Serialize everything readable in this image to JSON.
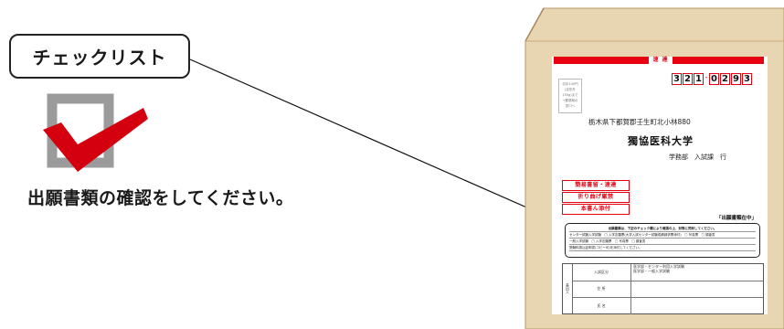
{
  "checklist": {
    "title": "チェックリスト"
  },
  "instruction": {
    "text": "出願書類の確認をしてください。"
  },
  "colors": {
    "accent_red": "#e60012",
    "envelope": "#e8d6b3",
    "checkbox_gray": "#9b9b9b"
  },
  "icons": {
    "check": "checkmark-icon"
  },
  "envelope": {
    "urgent": "速 達",
    "postal_code": [
      "3",
      "2",
      "1",
      "0",
      "2",
      "9",
      "3"
    ],
    "postal_separator": "-",
    "stamp": [
      "切手140円",
      "(定形外",
      "150g)まで",
      "→郵便局の",
      "窓口へ"
    ],
    "address": "栃木県下都賀郡壬生町北小林880",
    "recipient": "獨協医科大学",
    "department": "学務部　入試課　行",
    "red_labels": [
      "簡易書留・速達",
      "折り曲げ厳禁",
      "本書ん添付"
    ],
    "enclosed_label": "「出願書類在中」",
    "checklist_lines": [
      "出願書類は、下記のチェック欄により確認の上、封筒に同封してください。",
      "センター試験入学試験　□ 入学志願票(大学入試センター試験成績請求票添付)　□ 写真票　□ 調査書",
      "一般入学試験　□ 入学志願票　□ 写真票　□ 調査書",
      "受験料振込証明書(コピー可)を添付してください。"
    ],
    "applicant_side": "差出人",
    "applicant_rows": [
      {
        "label": "入試区分",
        "options": [
          "医学部・センター利用入学試験",
          "医学部・一般入学試験"
        ]
      },
      {
        "label": "住 所",
        "options": []
      },
      {
        "label": "氏 名",
        "options": []
      }
    ]
  }
}
